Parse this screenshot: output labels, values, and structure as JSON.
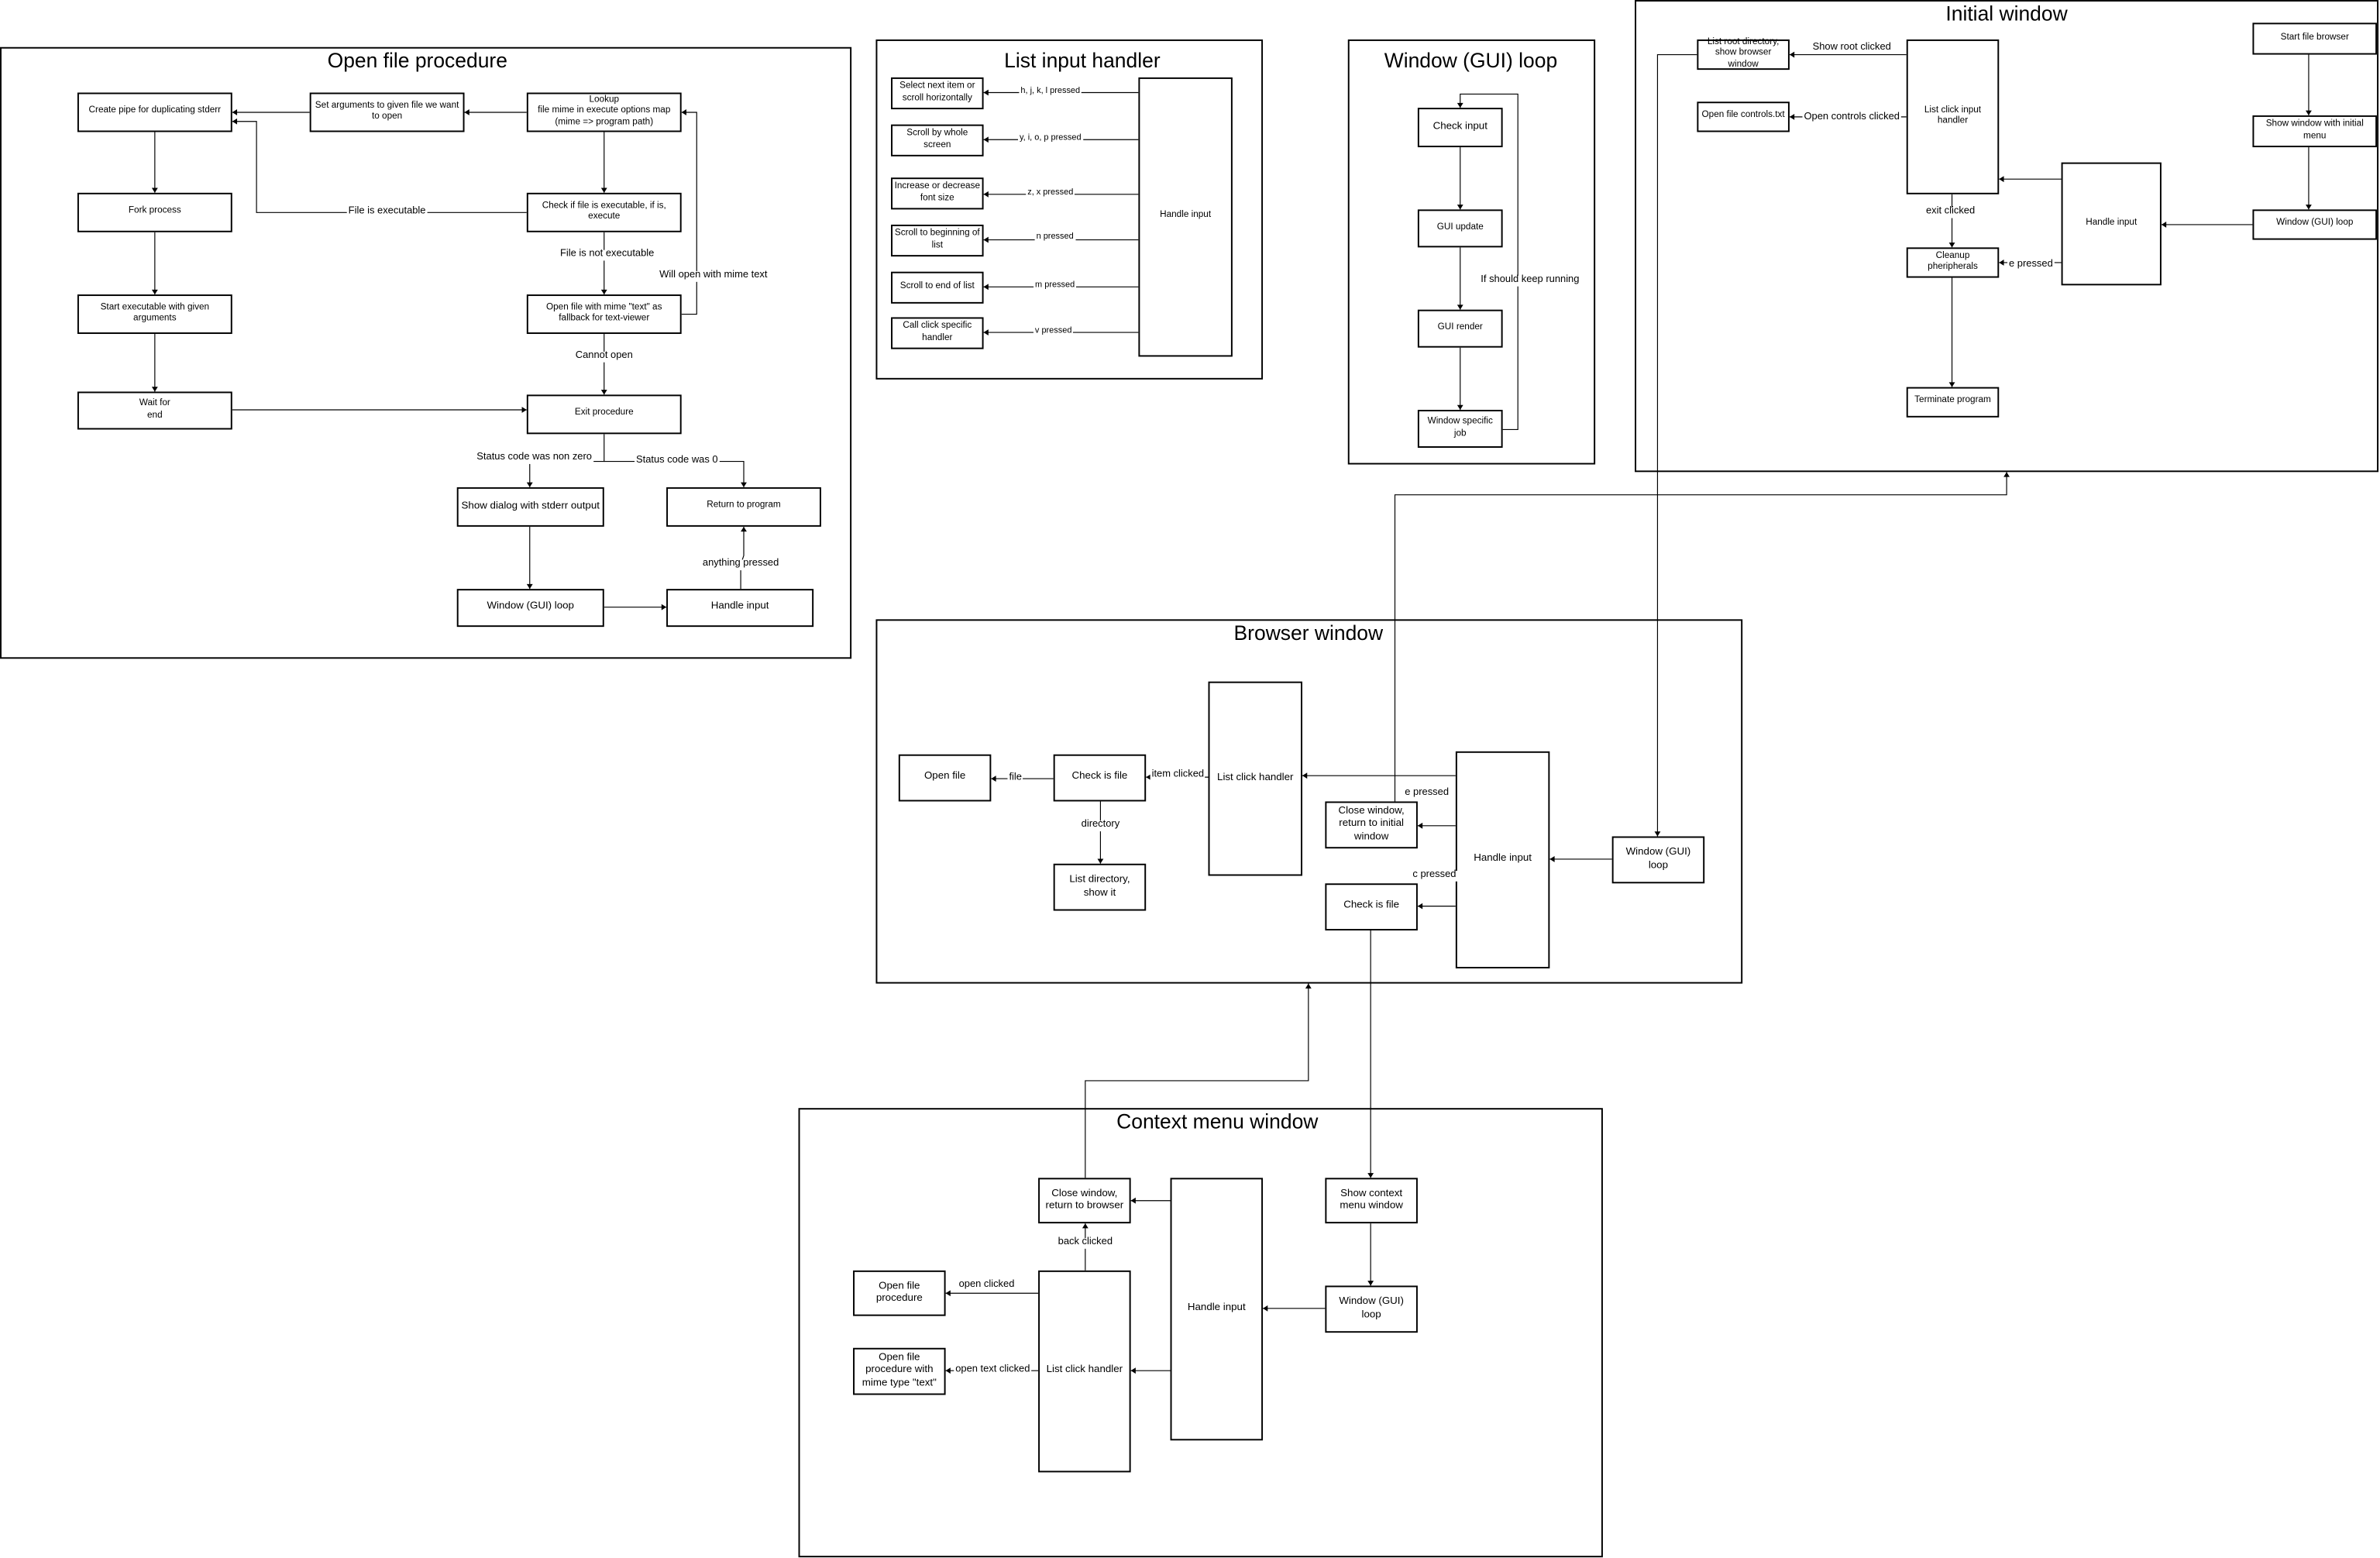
{
  "open_file_procedure": {
    "title": "Open file procedure",
    "nodes": {
      "create_pipe": "Create pipe for duplicating stderr",
      "set_arguments": "Set arguments to given file we want to open",
      "lookup": "Lookup\nfile mime in execute options map\n(mime => program path)",
      "fork": "Fork process",
      "check_executable": "Check if file is executable, if is, execute",
      "start_executable": "Start executable with given arguments",
      "open_fallback": "Open file with mime \"text\" as fallback for text-viewer",
      "wait": "Wait for\nend",
      "exit": "Exit procedure",
      "show_dialog": "Show dialog with stderr output",
      "return": "Return to program",
      "gui_loop": "Window (GUI) loop",
      "handle_input": "Handle input"
    },
    "edges": {
      "file_is_executable": "File is executable",
      "file_not_executable": "File is not executable",
      "will_open_mime_text": "Will open with mime text",
      "cannot_open": "Cannot open",
      "status_non_zero": "Status code was non zero",
      "status_zero": "Status code was 0",
      "anything_pressed": "anything pressed"
    }
  },
  "list_input_handler": {
    "title": "List input handler",
    "nodes": {
      "handle_input": "Handle input",
      "select_next": "Select next item or scroll horizontally",
      "scroll_screen": "Scroll by whole screen",
      "font_size": "Increase or decrease font size",
      "scroll_begin": "Scroll to beginning of list",
      "scroll_end": "Scroll to end of list",
      "click_handler": "Call click specific handler"
    },
    "edges": {
      "hjkl": "h, j, k, l pressed",
      "yiop": "y, i, o, p pressed",
      "zx": "z, x pressed",
      "n": "n pressed",
      "m": "m pressed",
      "v": "v pressed"
    }
  },
  "gui_loop": {
    "title": "Window (GUI) loop",
    "nodes": {
      "check_input": "Check input",
      "gui_update": "GUI update",
      "gui_render": "GUI render",
      "specific_job": "Window specific job"
    },
    "edges": {
      "keep_running": "If should keep running"
    }
  },
  "initial_window": {
    "title": "Initial window",
    "nodes": {
      "list_root": "List root directory, show browser window",
      "open_controls": "Open file controls.txt",
      "list_click_handler": "List click input handler",
      "start": "Start file browser",
      "show_window": "Show window with initial menu",
      "handle_input": "Handle input",
      "gui_loop": "Window (GUI) loop",
      "cleanup": "Cleanup pheripherals",
      "terminate": "Terminate program"
    },
    "edges": {
      "show_root": "Show root clicked",
      "open_controls": "Open controls clicked",
      "exit_clicked": "exit clicked",
      "e_pressed": "e pressed"
    }
  },
  "browser_window": {
    "title": "Browser window",
    "nodes": {
      "open_file": "Open file",
      "check_is_file": "Check is file",
      "list_directory": "List directory, show it",
      "list_click_handler": "List click handler",
      "close_window": "Close window, return to initial window",
      "check_is_file_c": "Check is file",
      "handle_input": "Handle input",
      "gui_loop": "Window (GUI) loop"
    },
    "edges": {
      "file": "file",
      "item_clicked": "item clicked",
      "directory": "directory",
      "e_pressed": "e pressed",
      "c_pressed": "c pressed"
    }
  },
  "context_menu_window": {
    "title": "Context menu window",
    "nodes": {
      "close_window": "Close window, return to browser",
      "list_click_handler": "List click handler",
      "handle_input": "Handle input",
      "show_context": "Show context menu window",
      "gui_loop": "Window (GUI) loop",
      "open_file": "Open file procedure",
      "open_file_text": "Open file procedure with mime type \"text\""
    },
    "edges": {
      "back_clicked": "back clicked",
      "open_clicked": "open clicked",
      "open_text_clicked": "open text clicked"
    }
  }
}
